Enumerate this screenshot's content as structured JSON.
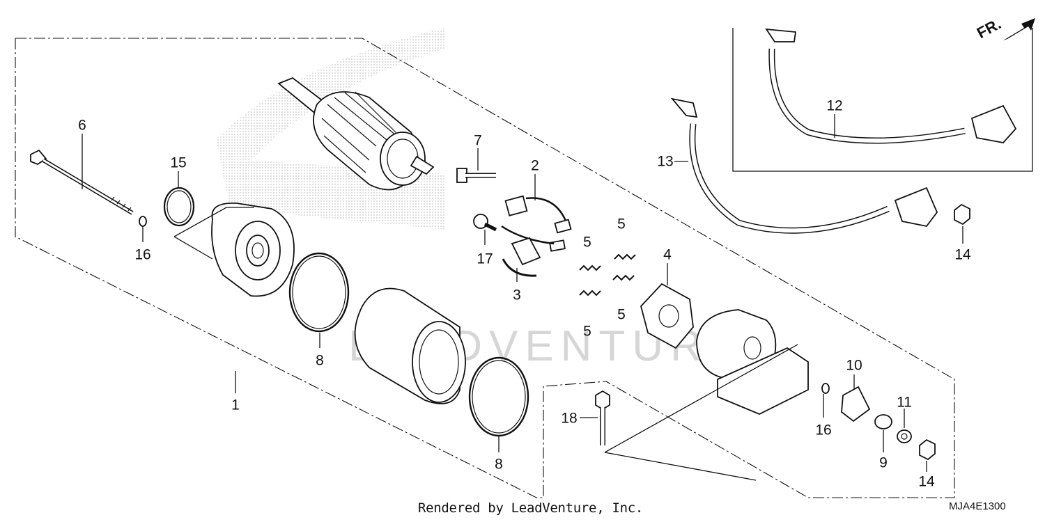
{
  "callouts": {
    "c1": "1",
    "c2": "2",
    "c3": "3",
    "c4": "4",
    "c5a": "5",
    "c5b": "5",
    "c5c": "5",
    "c5d": "5",
    "c6": "6",
    "c7": "7",
    "c8a": "8",
    "c8b": "8",
    "c9": "9",
    "c10": "10",
    "c11": "11",
    "c12": "12",
    "c13": "13",
    "c14a": "14",
    "c14b": "14",
    "c15": "15",
    "c16a": "16",
    "c16b": "16",
    "c17": "17",
    "c18": "18"
  },
  "direction_marker": "FR.",
  "watermark": "LEADVENTURE",
  "caption": "Rendered by LeadVenture, Inc.",
  "diagram_code": "MJA4E1300",
  "colors": {
    "line": "#111111",
    "watermark": "#d6d6d6",
    "background": "#ffffff"
  }
}
